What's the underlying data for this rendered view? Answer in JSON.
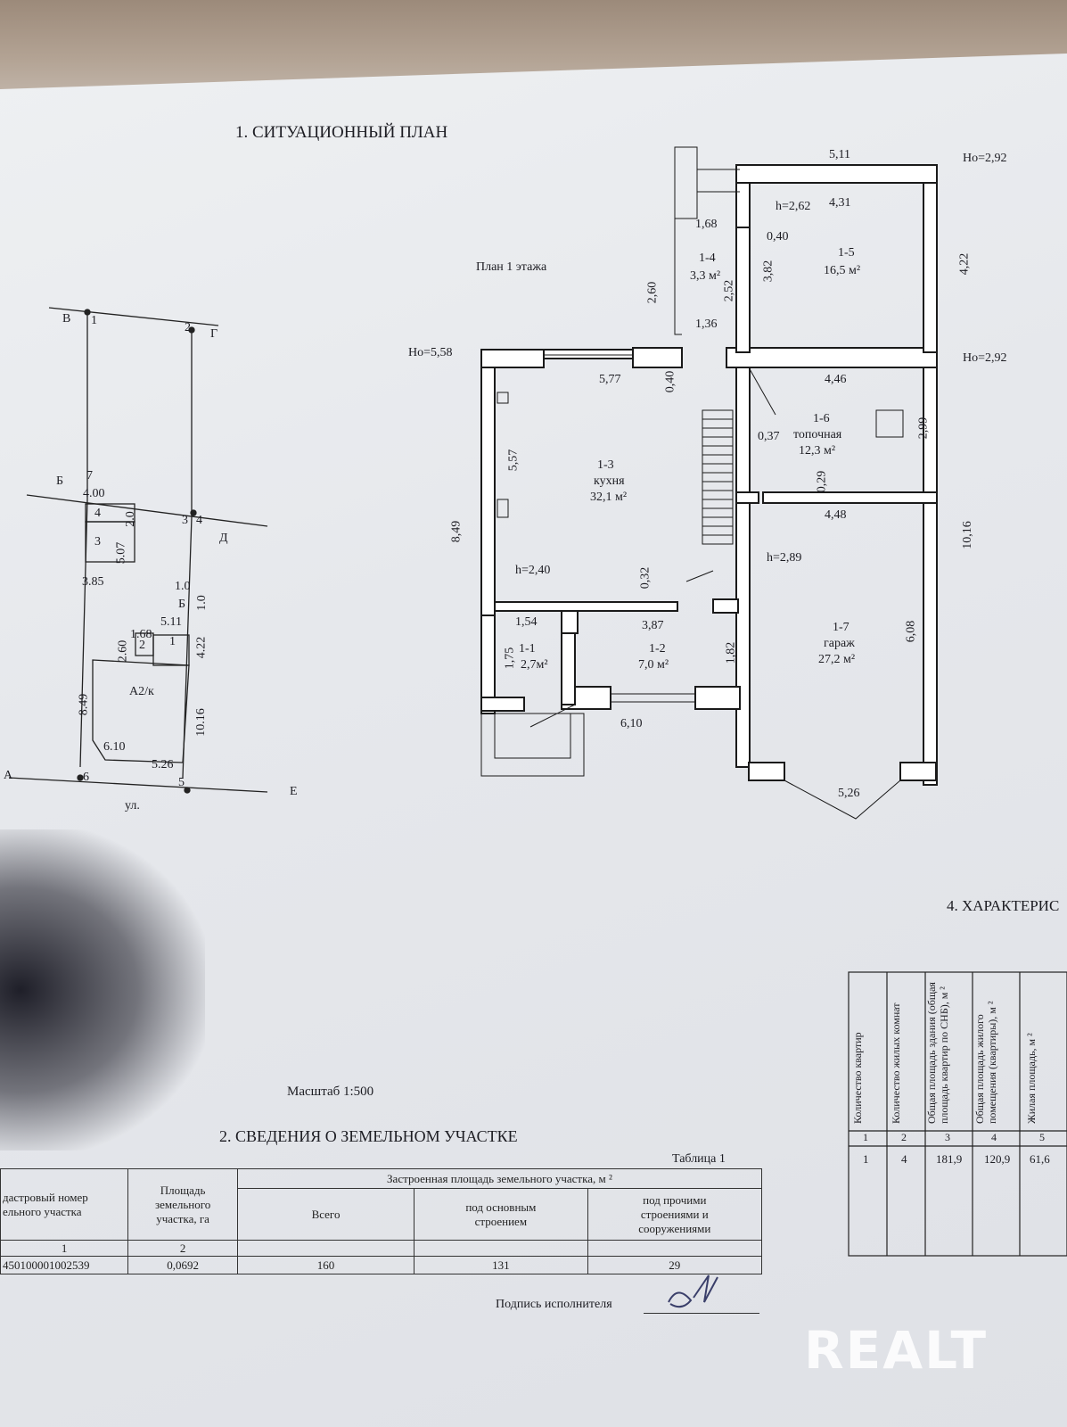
{
  "section1": {
    "title": "1. СИТУАЦИОННЫЙ ПЛАН",
    "scale": "Масштаб 1:500"
  },
  "site_plan": {
    "points": [
      "1",
      "2",
      "3",
      "4",
      "5",
      "6",
      "7"
    ],
    "corner_letters": [
      "В",
      "Г",
      "Б",
      "Д",
      "А",
      "Е"
    ],
    "dims": [
      "4.00",
      "2.0",
      "5.07",
      "3.85",
      "1.0",
      "1.0",
      "5.11",
      "1.68",
      "2.60",
      "4.22",
      "8.49",
      "10.16",
      "6.10",
      "5.26"
    ],
    "labels": [
      "4",
      "3",
      "2",
      "1",
      "Б",
      "А2/к"
    ],
    "street": "ул."
  },
  "floor_plan": {
    "title": "План 1 этажа",
    "elevations": [
      "Hо=5,58",
      "Hо=2,92",
      "Hо=2,92"
    ],
    "heights": [
      "h=2,62",
      "h=2,40",
      "h=2,89"
    ],
    "dims": [
      "5,11",
      "4,31",
      "1,68",
      "0,40",
      "3,82",
      "2,52",
      "4,22",
      "2,60",
      "1,36",
      "5,77",
      "0,40",
      "4,46",
      "0,37",
      "2,99",
      "5,57",
      "0,29",
      "4,48",
      "8,49",
      "10,16",
      "0,32",
      "1,54",
      "3,87",
      "1,75",
      "1,82",
      "6,08",
      "6,10",
      "5,26"
    ],
    "rooms": [
      {
        "id": "1-1",
        "area": "2,7м²"
      },
      {
        "id": "1-2",
        "area": "7,0 м²"
      },
      {
        "id": "1-3",
        "name": "кухня",
        "area": "32,1 м²"
      },
      {
        "id": "1-4",
        "area": "3,3 м²"
      },
      {
        "id": "1-5",
        "area": "16,5 м²"
      },
      {
        "id": "1-6",
        "name": "топочная",
        "area": "12,3 м²"
      },
      {
        "id": "1-7",
        "name": "гараж",
        "area": "27,2 м²"
      }
    ]
  },
  "section2": {
    "title": "2. СВЕДЕНИЯ О ЗЕМЕЛЬНОМ УЧАСТКЕ",
    "table_label": "Таблица 1",
    "headers": {
      "cadastral": "дастровый номер\nельного участка",
      "area": "Площадь\nземельного\nучастка, га",
      "built": "Застроенная площадь земельного участка, м ²",
      "total": "Всего",
      "main": "под основным\nстроением",
      "other": "под прочими\nстроениями и\nсооружениями"
    },
    "col_numbers": [
      "1",
      "2"
    ],
    "row": {
      "cadastral": "450100001002539",
      "area": "0,0692",
      "total": "160",
      "main": "131",
      "other": "29"
    }
  },
  "section4": {
    "title": "4. ХАРАКТЕРИС",
    "headers": [
      "Количество квартир",
      "Количество жилых комнат",
      "Общая площадь здания (общая площадь квартир по СНБ), м ²",
      "Общая площадь жилого помещения (квартиры), м ²",
      "Жилая площадь, м ²"
    ],
    "col_numbers": [
      "1",
      "2",
      "3",
      "4",
      "5"
    ],
    "row": [
      "1",
      "4",
      "181,9",
      "120,9",
      "61,6"
    ]
  },
  "signature_label": "Подпись исполнителя",
  "watermark": "REALT",
  "colors": {
    "paper": "#e8eaee",
    "ink": "#1c1c22",
    "wall": "#ffffff"
  }
}
